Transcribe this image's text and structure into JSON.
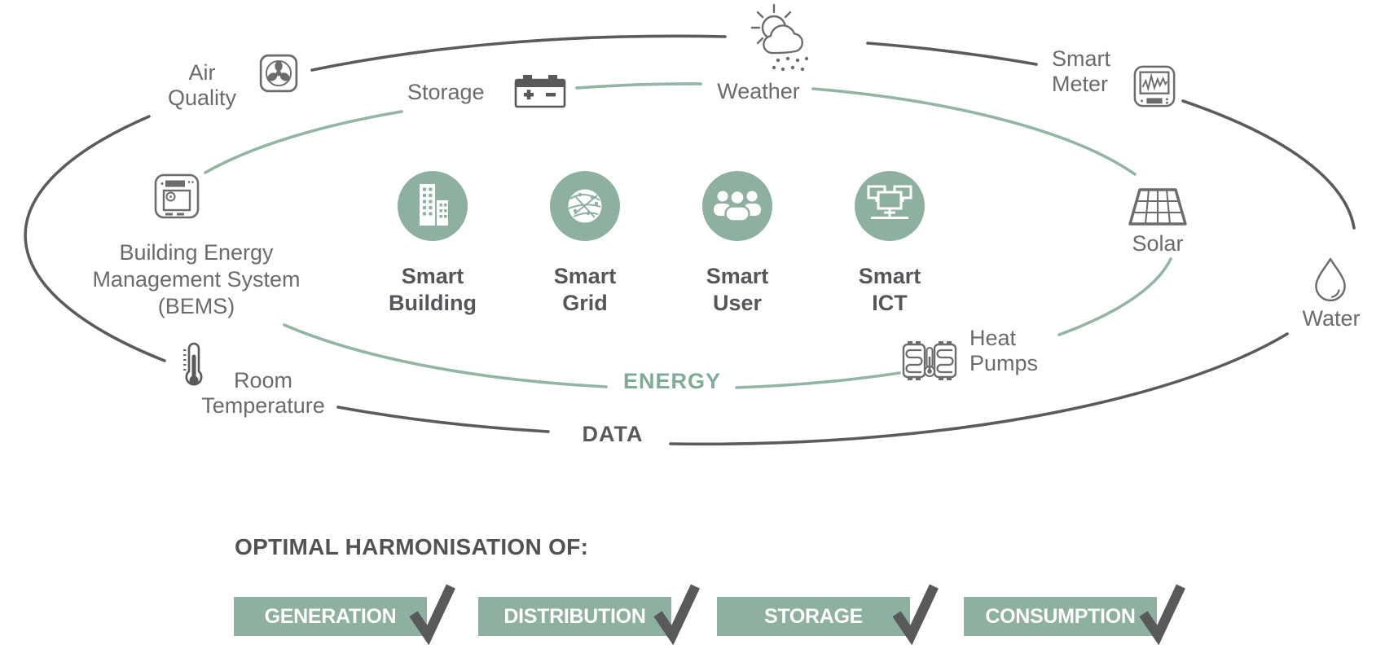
{
  "colors": {
    "accent_green": "#8DB0A0",
    "ring_green": "#92B5A4",
    "energy_text_green": "#7EAC97",
    "dark_gray": "#58595B",
    "label_gray": "#6A6B6D"
  },
  "diagram": {
    "outer_ring_label": "DATA",
    "inner_ring_label": "ENERGY",
    "outer_nodes": {
      "air_quality": "Air\nQuality",
      "weather": "Weather",
      "smart_meter": "Smart\nMeter",
      "water": "Water",
      "room_temperature": "Room\nTemperature"
    },
    "inner_nodes": {
      "storage": "Storage",
      "solar": "Solar",
      "heat_pumps": "Heat\nPumps",
      "bems": "Building Energy\nManagement System\n(BEMS)"
    },
    "core_items": [
      {
        "label": "Smart\nBuilding",
        "icon": "building-icon"
      },
      {
        "label": "Smart\nGrid",
        "icon": "globe-network-icon"
      },
      {
        "label": "Smart\nUser",
        "icon": "users-icon"
      },
      {
        "label": "Smart\nICT",
        "icon": "monitors-network-icon"
      }
    ]
  },
  "footer": {
    "title": "OPTIMAL HARMONISATION OF:",
    "items": [
      {
        "label": "GENERATION",
        "checked": true
      },
      {
        "label": "DISTRIBUTION",
        "checked": true
      },
      {
        "label": "STORAGE",
        "checked": true
      },
      {
        "label": "CONSUMPTION",
        "checked": true
      }
    ]
  }
}
